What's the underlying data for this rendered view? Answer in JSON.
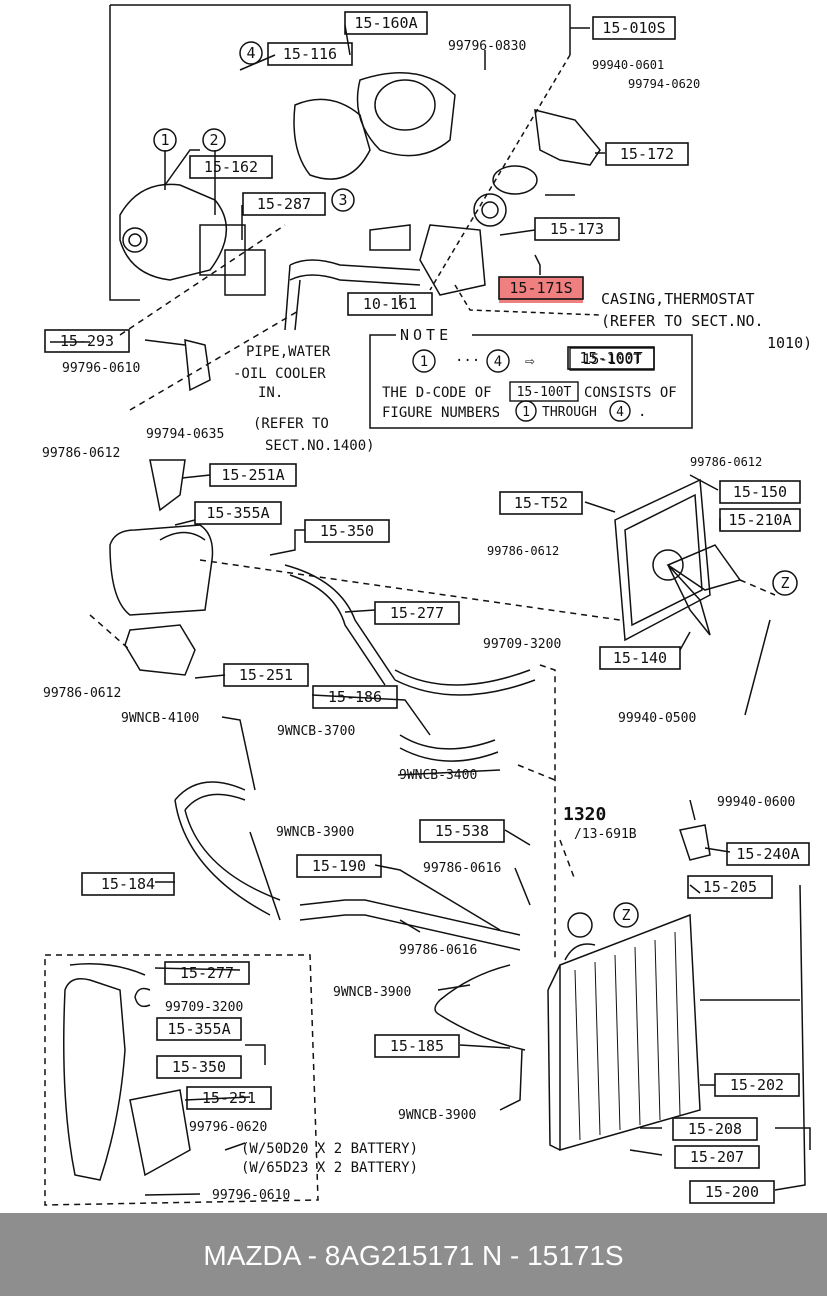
{
  "diagram": {
    "boxes": [
      {
        "id": "b1",
        "text": "15-160A"
      },
      {
        "id": "b2",
        "text": "15-010S"
      },
      {
        "id": "b3",
        "text": "15-116"
      },
      {
        "id": "b4",
        "text": "15-162"
      },
      {
        "id": "b5",
        "text": "15-287"
      },
      {
        "id": "b6",
        "text": "15-172"
      },
      {
        "id": "b7",
        "text": "15-173"
      },
      {
        "id": "b8",
        "text": "15-171S"
      },
      {
        "id": "b9",
        "text": "10-161"
      },
      {
        "id": "b10",
        "text": "15-293"
      },
      {
        "id": "b11",
        "text": "15-100T"
      },
      {
        "id": "b12",
        "text": "15-251A"
      },
      {
        "id": "b13",
        "text": "15-355A"
      },
      {
        "id": "b14",
        "text": "15-350"
      },
      {
        "id": "b15",
        "text": "15-277"
      },
      {
        "id": "b16",
        "text": "15-251"
      },
      {
        "id": "b17",
        "text": "15-186"
      },
      {
        "id": "b18",
        "text": "15-T52"
      },
      {
        "id": "b19",
        "text": "15-150"
      },
      {
        "id": "b20",
        "text": "15-210A"
      },
      {
        "id": "b21",
        "text": "15-140"
      },
      {
        "id": "b22",
        "text": "15-538"
      },
      {
        "id": "b23",
        "text": "15-190"
      },
      {
        "id": "b24",
        "text": "15-184"
      },
      {
        "id": "b25",
        "text": "15-240A"
      },
      {
        "id": "b26",
        "text": "15-205"
      },
      {
        "id": "b27",
        "text": "15-185"
      },
      {
        "id": "b28",
        "text": "15-277"
      },
      {
        "id": "b29",
        "text": "15-355A"
      },
      {
        "id": "b30",
        "text": "15-350"
      },
      {
        "id": "b31",
        "text": "15-251"
      },
      {
        "id": "b32",
        "text": "15-202"
      },
      {
        "id": "b33",
        "text": "15-208"
      },
      {
        "id": "b34",
        "text": "15-207"
      },
      {
        "id": "b35",
        "text": "15-200"
      }
    ],
    "labels": [
      {
        "id": "l1",
        "text": "99796-0830"
      },
      {
        "id": "l2",
        "text": "99940-0601"
      },
      {
        "id": "l3",
        "text": "99794-0620"
      },
      {
        "id": "l4",
        "text": "CASING,THERMOSTAT"
      },
      {
        "id": "l5",
        "text": "(REFER TO  SECT.NO."
      },
      {
        "id": "l6",
        "text": "1010)"
      },
      {
        "id": "l7",
        "text": "PIPE,WATER"
      },
      {
        "id": "l8",
        "text": "-OIL COOLER"
      },
      {
        "id": "l9",
        "text": "IN."
      },
      {
        "id": "l10",
        "text": "(REFER TO"
      },
      {
        "id": "l11",
        "text": "SECT.NO.1400)"
      },
      {
        "id": "l12",
        "text": "99796-0610"
      },
      {
        "id": "l13",
        "text": "99794-0635"
      },
      {
        "id": "l14",
        "text": "99786-0612"
      },
      {
        "id": "l15",
        "text": "99786-0612"
      },
      {
        "id": "l16",
        "text": "99786-0612"
      },
      {
        "id": "l17",
        "text": "99786-0612"
      },
      {
        "id": "l18",
        "text": "99709-3200"
      },
      {
        "id": "l19",
        "text": "9WNCB-4100"
      },
      {
        "id": "l20",
        "text": "9WNCB-3700"
      },
      {
        "id": "l21",
        "text": "9WNCB-3400"
      },
      {
        "id": "l22",
        "text": "99940-0500"
      },
      {
        "id": "l23",
        "text": "99940-0600"
      },
      {
        "id": "l24",
        "text": "1320"
      },
      {
        "id": "l25",
        "text": "/13-691B"
      },
      {
        "id": "l26",
        "text": "9WNCB-3900"
      },
      {
        "id": "l27",
        "text": "99786-0616"
      },
      {
        "id": "l28",
        "text": "99786-0616"
      },
      {
        "id": "l29",
        "text": "9WNCB-3900"
      },
      {
        "id": "l30",
        "text": "99709-3200"
      },
      {
        "id": "l31",
        "text": "9WNCB-3900"
      },
      {
        "id": "l32",
        "text": "99796-0620"
      },
      {
        "id": "l33",
        "text": "(W/50D20 X 2 BATTERY)"
      },
      {
        "id": "l34",
        "text": "(W/65D23 X 2 BATTERY)"
      },
      {
        "id": "l35",
        "text": "99796-0610"
      }
    ],
    "circles": [
      "1",
      "2",
      "3",
      "4",
      "Z",
      "Z"
    ],
    "note": {
      "title": "NOTE",
      "line1_left": "1",
      "line1_dots": "···",
      "line1_right": "4",
      "line1_arrow": "⇨",
      "line1_box": "15-100T",
      "line2_a": "THE D-CODE OF",
      "line2_box": "15-100T",
      "line2_b": "CONSISTS OF",
      "line3_a": "FIGURE NUMBERS",
      "line3_c1": "1",
      "line3_through": "THROUGH",
      "line3_c2": "4",
      "line3_end": "."
    },
    "highlight_color": "#f08080"
  },
  "footer": {
    "text": "MAZDA - 8AG215171     N - 15171S"
  }
}
